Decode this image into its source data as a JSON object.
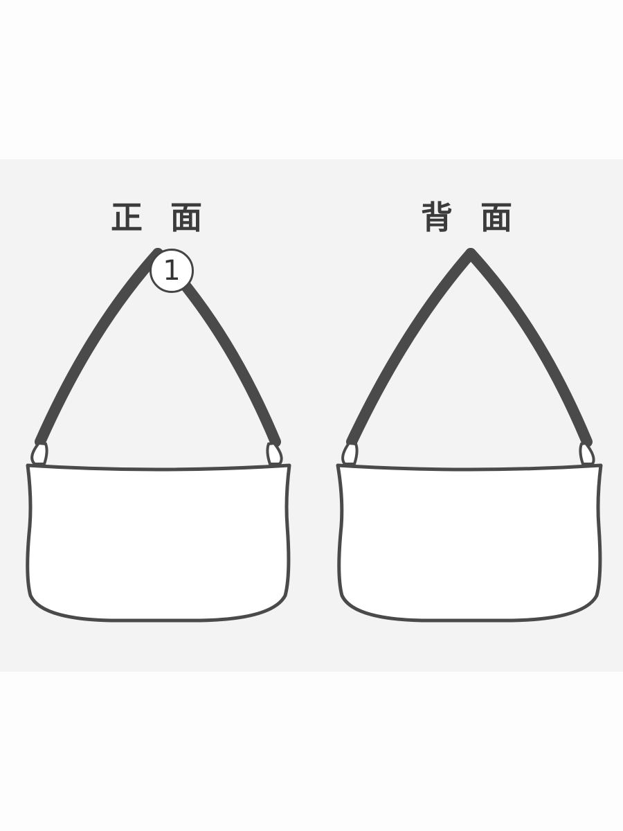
{
  "views": {
    "front": {
      "title": "正 面",
      "marker": "1"
    },
    "back": {
      "title": "背 面"
    }
  },
  "colors": {
    "strap": "#4a4a4a",
    "outline": "#4a4a4a",
    "panel": "#f3f3f3",
    "bag_fill": "#ffffff"
  }
}
